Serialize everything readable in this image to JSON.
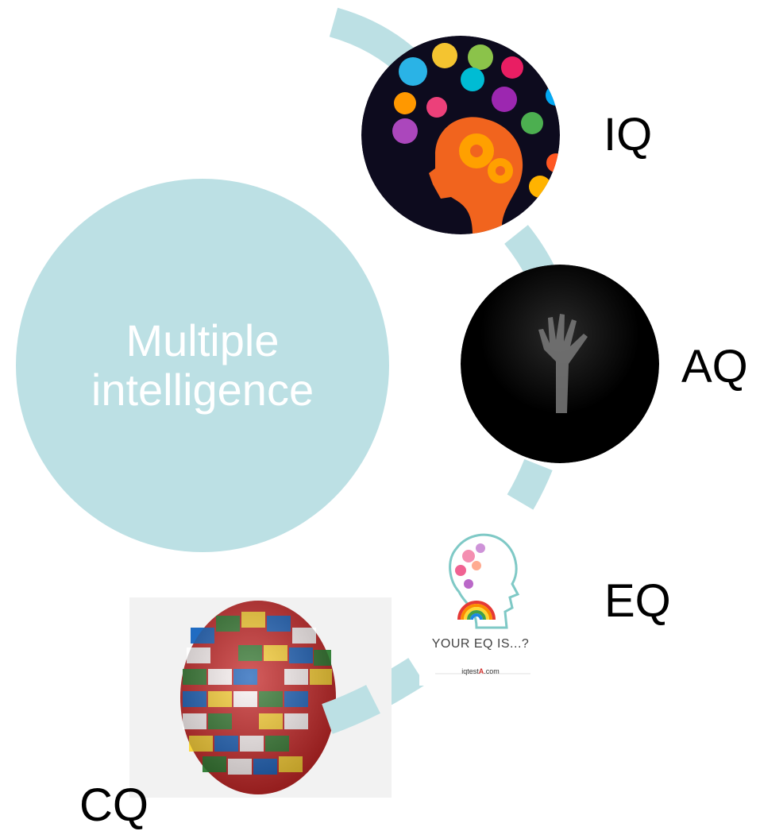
{
  "diagram": {
    "center": {
      "text": "Multiple\nintelligence"
    },
    "nodes": [
      {
        "id": "iq",
        "label": "IQ",
        "image": "brain-head-with-science-icons"
      },
      {
        "id": "aq",
        "label": "AQ",
        "image": "hand-reaching-from-darkness"
      },
      {
        "id": "eq",
        "label": "EQ",
        "image": "colorful-head-profile-with-rainbow",
        "caption": "YOUR EQ IS...?",
        "site_prefix": "iqtest",
        "site_accent": "A",
        "site_suffix": ".com"
      },
      {
        "id": "cq",
        "label": "CQ",
        "image": "globe-of-world-flags"
      }
    ]
  },
  "colors": {
    "teal": "#bce0e4",
    "teal_dark": "#a9d6db",
    "iq_bg": "#0d0b1e",
    "aq_bg": "#000000",
    "head_orange": "#f1641e",
    "text": "#000000",
    "center_text": "#ffffff"
  }
}
